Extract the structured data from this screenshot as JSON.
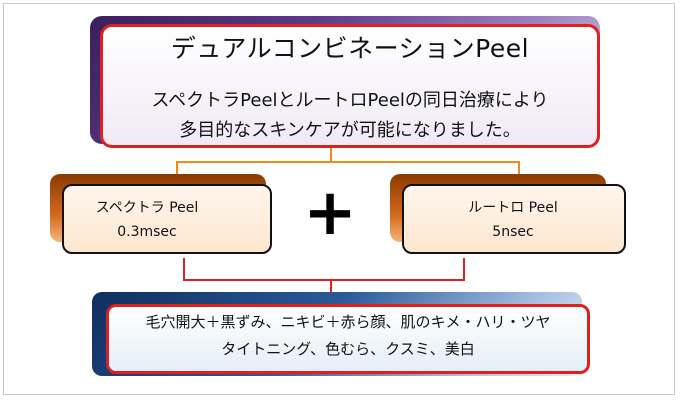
{
  "main": {
    "title": "デュアルコンビネーションPeel",
    "description_lines": [
      "スペクトラPeelとルートロPeelの同日治療により",
      "多目的なスキンケアが可能になりました。"
    ]
  },
  "treatments": [
    {
      "name": "スペクトラ Peel",
      "duration": "0.3msec"
    },
    {
      "name": "ルートロ Peel",
      "duration": "5nsec"
    }
  ],
  "operator": "+",
  "benefits_lines": [
    "毛穴開大＋黒ずみ、ニキビ＋赤ら顔、肌のキメ・ハリ・ツヤ",
    "タイトニング、色むら、クスミ、美白"
  ],
  "colors": {
    "highlight_border": "#e02020",
    "connector_orange": "#f08a1c",
    "top_shadow": "#3a1f5c",
    "middle_shadow": "#8a3a00",
    "bottom_shadow": "#0f2e5e"
  }
}
